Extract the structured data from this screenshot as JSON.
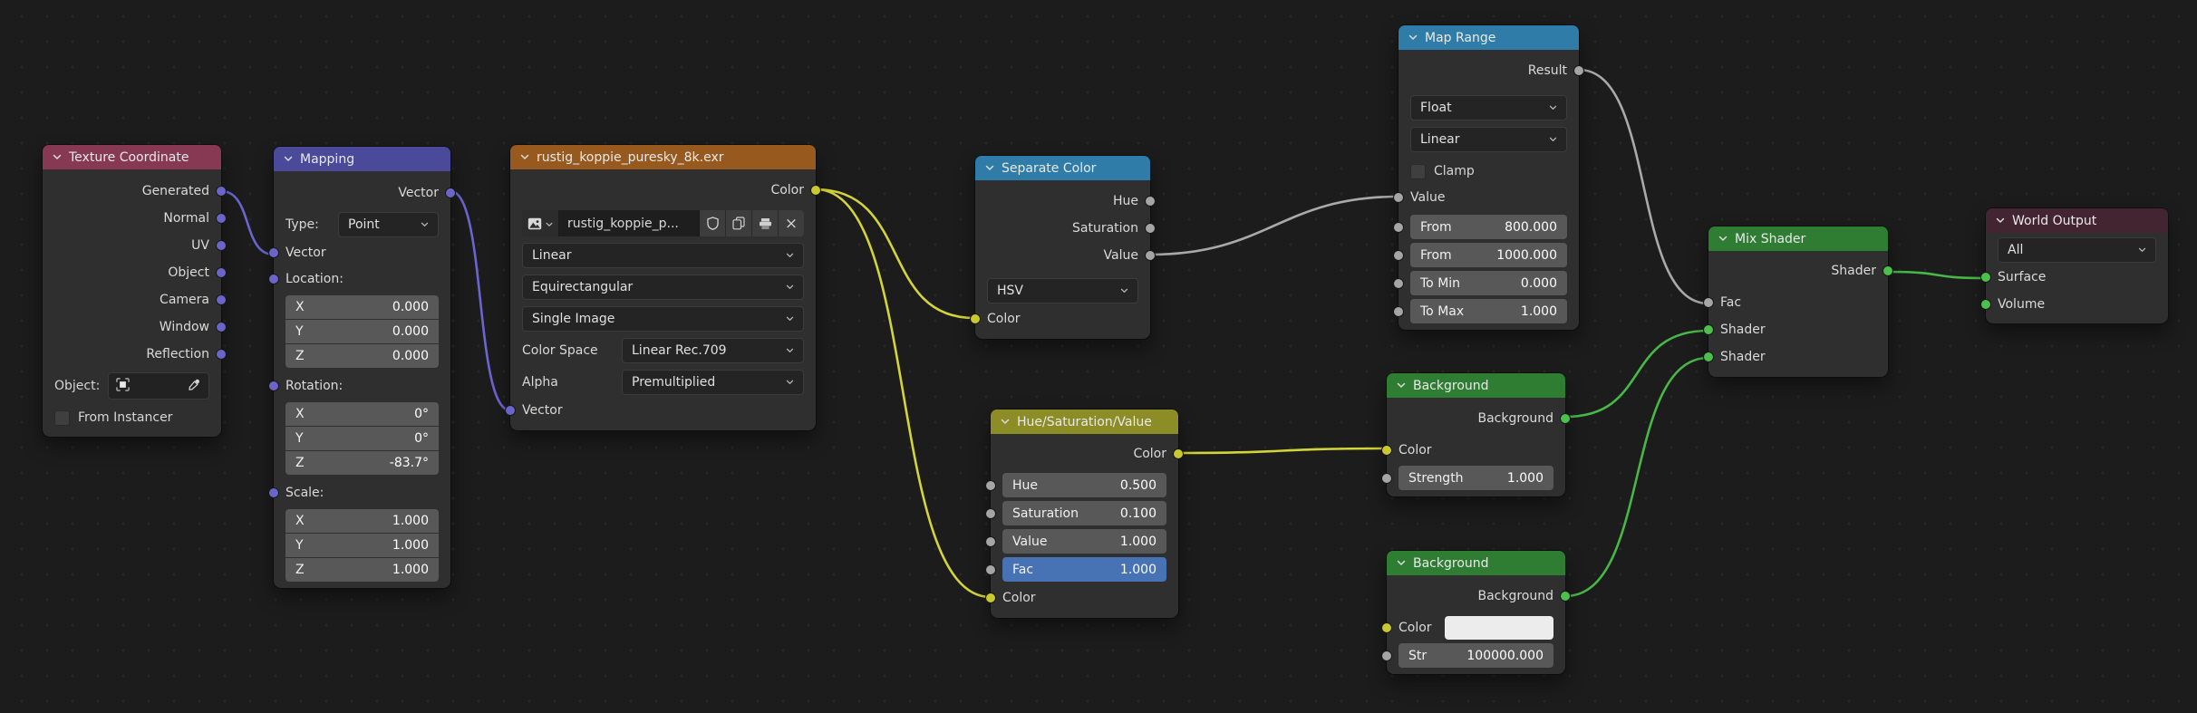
{
  "editor": {
    "type_label": "shader-node-editor"
  },
  "colors": {
    "canvas_bg": "#1c1c1c",
    "header_input": "#873853",
    "header_vector": "#4b4999",
    "header_texture": "#97591e",
    "header_converter": "#2e7ca7",
    "header_color": "#8d8d27",
    "header_shader": "#2e7d33",
    "header_output": "#422530",
    "socket_vector": "#6b65c9",
    "socket_color": "#c9c92f",
    "socket_float": "#a5a5a5",
    "socket_shader": "#4cc04c",
    "field_active": "#4772b3"
  },
  "nodes": {
    "texture_coordinate": {
      "title": "Texture Coordinate",
      "outputs": [
        "Generated",
        "Normal",
        "UV",
        "Object",
        "Camera",
        "Window",
        "Reflection"
      ],
      "object_label": "Object:",
      "from_instancer_label": "From Instancer"
    },
    "mapping": {
      "title": "Mapping",
      "output": "Vector",
      "type_label": "Type:",
      "type_value": "Point",
      "vector_input": "Vector",
      "location_label": "Location:",
      "location": [
        {
          "axis": "X",
          "value": "0.000"
        },
        {
          "axis": "Y",
          "value": "0.000"
        },
        {
          "axis": "Z",
          "value": "0.000"
        }
      ],
      "rotation_label": "Rotation:",
      "rotation": [
        {
          "axis": "X",
          "value": "0°"
        },
        {
          "axis": "Y",
          "value": "0°"
        },
        {
          "axis": "Z",
          "value": "-83.7°"
        }
      ],
      "scale_label": "Scale:",
      "scale": [
        {
          "axis": "X",
          "value": "1.000"
        },
        {
          "axis": "Y",
          "value": "1.000"
        },
        {
          "axis": "Z",
          "value": "1.000"
        }
      ]
    },
    "environment_texture": {
      "title": "rustig_koppie_puresky_8k.exr",
      "output": "Color",
      "image_name": "rustig_koppie_p...",
      "interpolation": "Linear",
      "projection": "Equirectangular",
      "source": "Single Image",
      "color_space_label": "Color Space",
      "color_space_value": "Linear Rec.709",
      "alpha_label": "Alpha",
      "alpha_value": "Premultiplied",
      "vector_input": "Vector",
      "unlink_glyph": "×"
    },
    "separate_color": {
      "title": "Separate Color",
      "outputs": [
        "Hue",
        "Saturation",
        "Value"
      ],
      "mode_value": "HSV",
      "color_input": "Color"
    },
    "map_range": {
      "title": "Map Range",
      "output": "Result",
      "data_type_value": "Float",
      "interpolation_value": "Linear",
      "clamp_label": "Clamp",
      "value_input": "Value",
      "fields": [
        {
          "label": "From",
          "value": "800.000"
        },
        {
          "label": "From",
          "value": "1000.000"
        },
        {
          "label": "To Min",
          "value": "0.000"
        },
        {
          "label": "To Max",
          "value": "1.000"
        }
      ]
    },
    "hsv": {
      "title": "Hue/Saturation/Value",
      "output": "Color",
      "fields": [
        {
          "label": "Hue",
          "value": "0.500"
        },
        {
          "label": "Saturation",
          "value": "0.100"
        },
        {
          "label": "Value",
          "value": "1.000"
        },
        {
          "label": "Fac",
          "value": "1.000"
        }
      ],
      "color_input": "Color"
    },
    "background_top": {
      "title": "Background",
      "output": "Background",
      "color_input": "Color",
      "strength": {
        "label": "Strength",
        "value": "1.000"
      }
    },
    "background_bottom": {
      "title": "Background",
      "output": "Background",
      "color_input": "Color",
      "strength": {
        "label": "Str",
        "value": "100000.000"
      }
    },
    "mix_shader": {
      "title": "Mix Shader",
      "output": "Shader",
      "inputs": [
        "Fac",
        "Shader",
        "Shader"
      ]
    },
    "world_output": {
      "title": "World Output",
      "target_value": "All",
      "inputs": [
        "Surface",
        "Volume"
      ]
    }
  }
}
